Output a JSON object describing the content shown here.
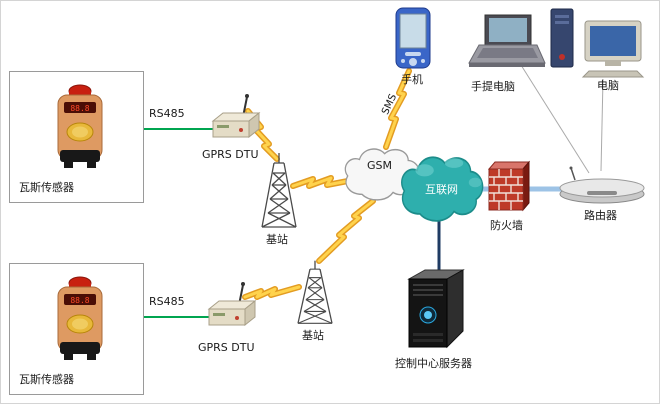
{
  "nodes": {
    "sensor1": {
      "label": "瓦斯传感器"
    },
    "sensor2": {
      "label": "瓦斯传感器"
    },
    "dtu1": {
      "label": "GPRS  DTU"
    },
    "dtu2": {
      "label": "GPRS  DTU"
    },
    "station1": {
      "label": "基站"
    },
    "station2": {
      "label": "基站"
    },
    "gsm_cloud": {
      "label": "GSM"
    },
    "internet_cloud": {
      "label": "互联网"
    },
    "phone": {
      "label": "手机"
    },
    "laptop": {
      "label": "手提电脑"
    },
    "desktop": {
      "label": "电脑"
    },
    "firewall": {
      "label": "防火墙"
    },
    "router": {
      "label": "路由器"
    },
    "server": {
      "label": "控制中心服务器"
    }
  },
  "links": {
    "rs485_1": {
      "label": "RS485"
    },
    "rs485_2": {
      "label": "RS485"
    },
    "sms": {
      "label": "SMS"
    }
  },
  "colors": {
    "lightning_fill": "#FFD34D",
    "lightning_edge": "#E39C22",
    "rs485_line": "#00A550",
    "internet_link": "#9DC3E6",
    "server_link": "#1F3B63",
    "internet_cloud": "#2EAFAD",
    "gsm_cloud": "#F7F7F7",
    "firewall_brick": "#BE3A28"
  }
}
